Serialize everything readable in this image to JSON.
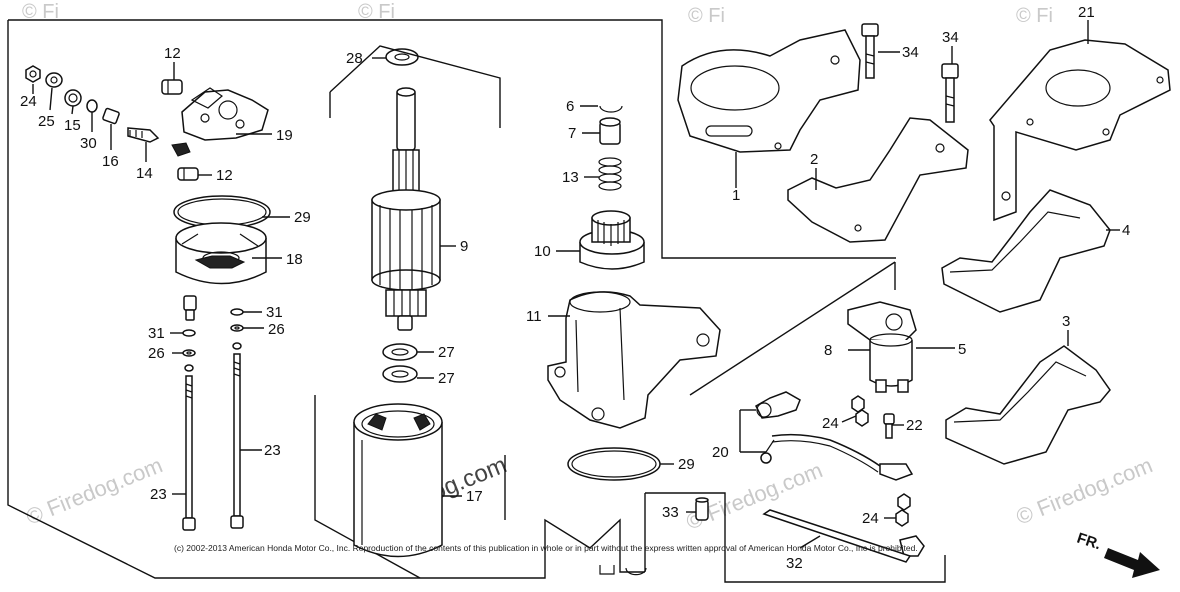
{
  "watermark": {
    "text": "© Firedog.com",
    "corner_text": "© Fi"
  },
  "copyright": "(c) 2002-2013 American Honda Motor Co., Inc. Reproduction of the contents of this publication in whole or in part without the express written approval of American Honda Motor Co., Inc is prohibited.",
  "direction_label": "FR.",
  "callouts": {
    "c1": "1",
    "c2": "2",
    "c3": "3",
    "c4": "4",
    "c5": "5",
    "c6": "6",
    "c7": "7",
    "c8": "8",
    "c9": "9",
    "c10": "10",
    "c11": "11",
    "c12a": "12",
    "c12b": "12",
    "c13": "13",
    "c14": "14",
    "c15": "15",
    "c16": "16",
    "c17": "17",
    "c18": "18",
    "c19": "19",
    "c20": "20",
    "c21": "21",
    "c22": "22",
    "c23a": "23",
    "c23b": "23",
    "c24a": "24",
    "c24b": "24",
    "c24c": "24",
    "c25": "25",
    "c26a": "26",
    "c26b": "26",
    "c27a": "27",
    "c27b": "27",
    "c28": "28",
    "c29a": "29",
    "c29b": "29",
    "c30": "30",
    "c31a": "31",
    "c31b": "31",
    "c32": "32",
    "c33": "33",
    "c34a": "34",
    "c34b": "34"
  }
}
